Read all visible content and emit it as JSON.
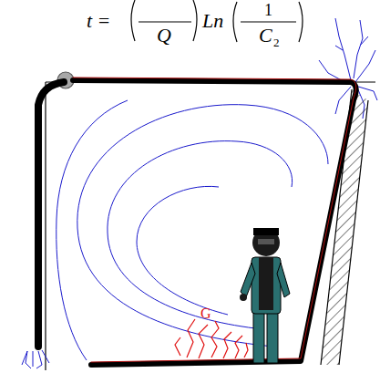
{
  "diagram": {
    "labels": [
      "t =",
      "Q",
      "Ln",
      "1",
      "C",
      "2",
      "G"
    ]
  }
}
